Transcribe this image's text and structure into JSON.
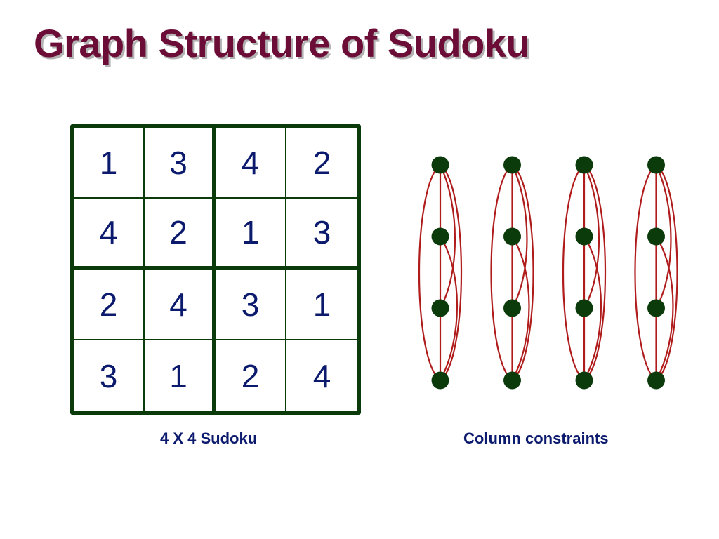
{
  "title": "Graph Structure of Sudoku",
  "sudoku": {
    "caption": "4 X 4 Sudoku",
    "rows": [
      [
        "1",
        "3",
        "4",
        "2"
      ],
      [
        "4",
        "2",
        "1",
        "3"
      ],
      [
        "2",
        "4",
        "3",
        "1"
      ],
      [
        "3",
        "1",
        "2",
        "4"
      ]
    ]
  },
  "graph": {
    "caption": "Column constraints",
    "columns": 4,
    "nodes_per_column": 4,
    "node_color": "#0b3a0b",
    "edge_color": "#b01c1c"
  }
}
